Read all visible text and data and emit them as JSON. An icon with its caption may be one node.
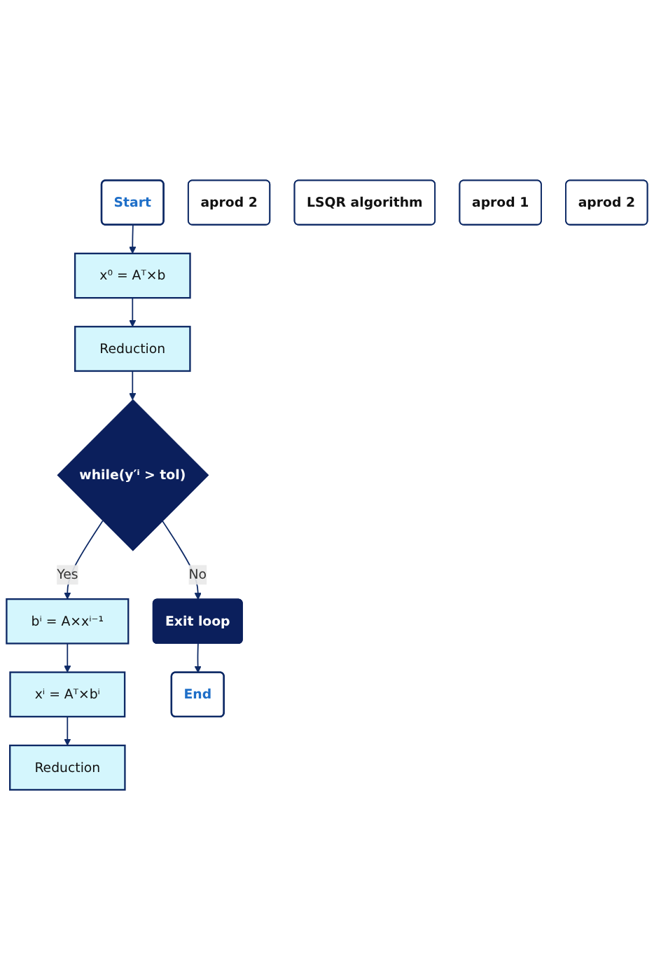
{
  "diagram": {
    "nodes": [
      {
        "text": [
          "Start"
        ]
      },
      {
        "text": [
          "x⁰ = Aᵀ×b"
        ]
      },
      {
        "text": [
          "aprod 2"
        ]
      },
      {
        "text": [
          "Reduction"
        ]
      },
      {
        "text": [
          "LSQR algorithm"
        ]
      },
      {
        "text": [
          "while(y′ⁱ > tol)"
        ]
      },
      {
        "text": [
          "bⁱ = A×xⁱ⁻¹"
        ]
      },
      {
        "text": [
          "aprod 1"
        ]
      },
      {
        "text": [
          "xⁱ = Aᵀ×bⁱ"
        ]
      },
      {
        "text": [
          "aprod 2"
        ]
      },
      {
        "text": [
          "Reduction"
        ]
      },
      {
        "text": [
          "Exit loop"
        ]
      },
      {
        "text": [
          "End"
        ]
      }
    ],
    "edges": [
      {
        "from": 0,
        "to": 1,
        "arrow": "to"
      },
      {
        "from": 1,
        "to": 3,
        "arrow": "to"
      },
      {
        "from": 3,
        "to": 5,
        "arrow": "to"
      },
      {
        "from": 5,
        "to": 6,
        "arrow": "to",
        "label": "Yes"
      },
      {
        "from": 6,
        "to": 8,
        "arrow": "to"
      },
      {
        "from": 8,
        "to": 10,
        "arrow": "to"
      },
      {
        "from": 5,
        "to": 11,
        "arrow": "to",
        "label": "No"
      },
      {
        "from": 11,
        "to": 12,
        "arrow": "to"
      }
    ]
  }
}
